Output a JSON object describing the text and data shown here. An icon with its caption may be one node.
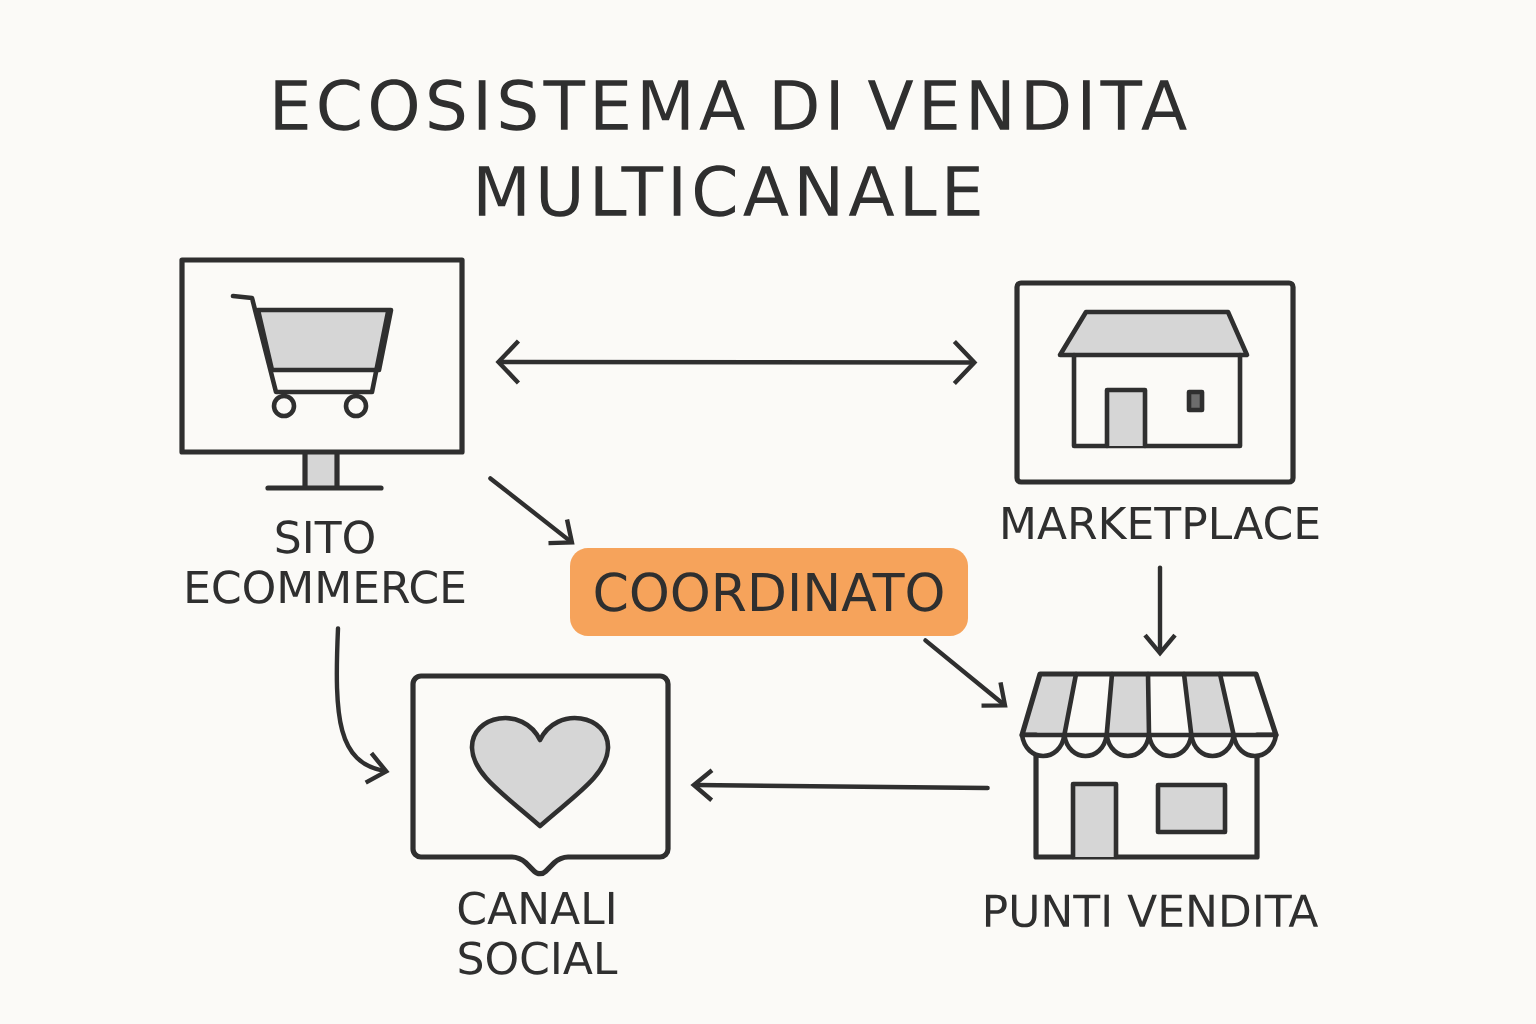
{
  "diagram": {
    "title": "ECOSISTEMA DI VENDITA MULTICANALE",
    "nodes": [
      {
        "text": [
          "SITO ECOMMERCE"
        ]
      },
      {
        "text": [
          "MARKETPLACE"
        ]
      },
      {
        "text": [
          "COORDINATO"
        ]
      },
      {
        "text": [
          "CANALI SOCIAL"
        ]
      },
      {
        "text": [
          "PUNTI VENDITA"
        ]
      }
    ],
    "edges": [
      {
        "from": 0,
        "to": 1,
        "arrow": "both"
      },
      {
        "from": 0,
        "to": 2,
        "arrow": "to"
      },
      {
        "from": 0,
        "to": 3,
        "arrow": "to"
      },
      {
        "from": 1,
        "to": 4,
        "arrow": "to"
      },
      {
        "from": 2,
        "to": 4,
        "arrow": "to"
      },
      {
        "from": 4,
        "to": 3,
        "arrow": "to"
      }
    ]
  }
}
